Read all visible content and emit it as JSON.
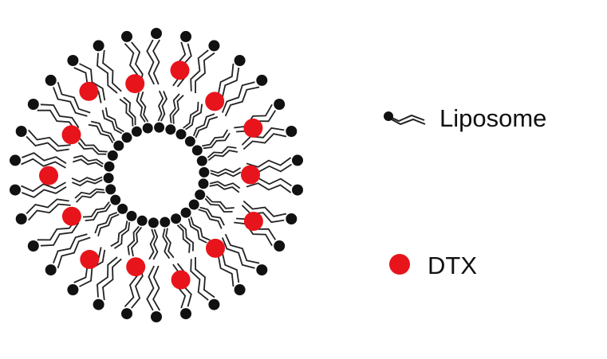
{
  "legend": {
    "items": [
      {
        "id": "liposome",
        "label": "Liposome",
        "symbol": "lipid-molecule-icon",
        "color": "#111111"
      },
      {
        "id": "dtx",
        "label": "DTX",
        "symbol": "red-dot-icon",
        "color": "#e8141c"
      }
    ]
  },
  "structure": {
    "lipid_count": 56,
    "drug_count": 14,
    "head_color": "#111111",
    "tail_color": "#222222",
    "drug_color": "#e8141c"
  }
}
